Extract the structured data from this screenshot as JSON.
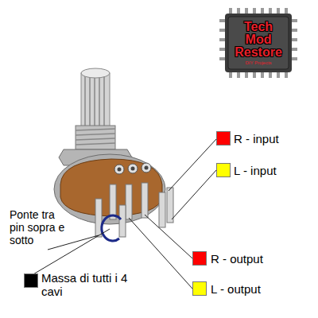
{
  "diagram": {
    "nodes": [
      {
        "text": [
          "Tech Mod Restore",
          "DIY Projects"
        ]
      }
    ],
    "labels": [
      "Ponte tra pin sopra e sotto"
    ],
    "legend": [
      {
        "text": "R - input",
        "color": "#ff0000"
      },
      {
        "text": "L - input",
        "color": "#ffff00"
      },
      {
        "text": "R - output",
        "color": "#ff0000"
      },
      {
        "text": "L - output",
        "color": "#ffff00"
      },
      {
        "text": "Massa di tutti i 4 cavi",
        "color": "#000000"
      }
    ]
  }
}
